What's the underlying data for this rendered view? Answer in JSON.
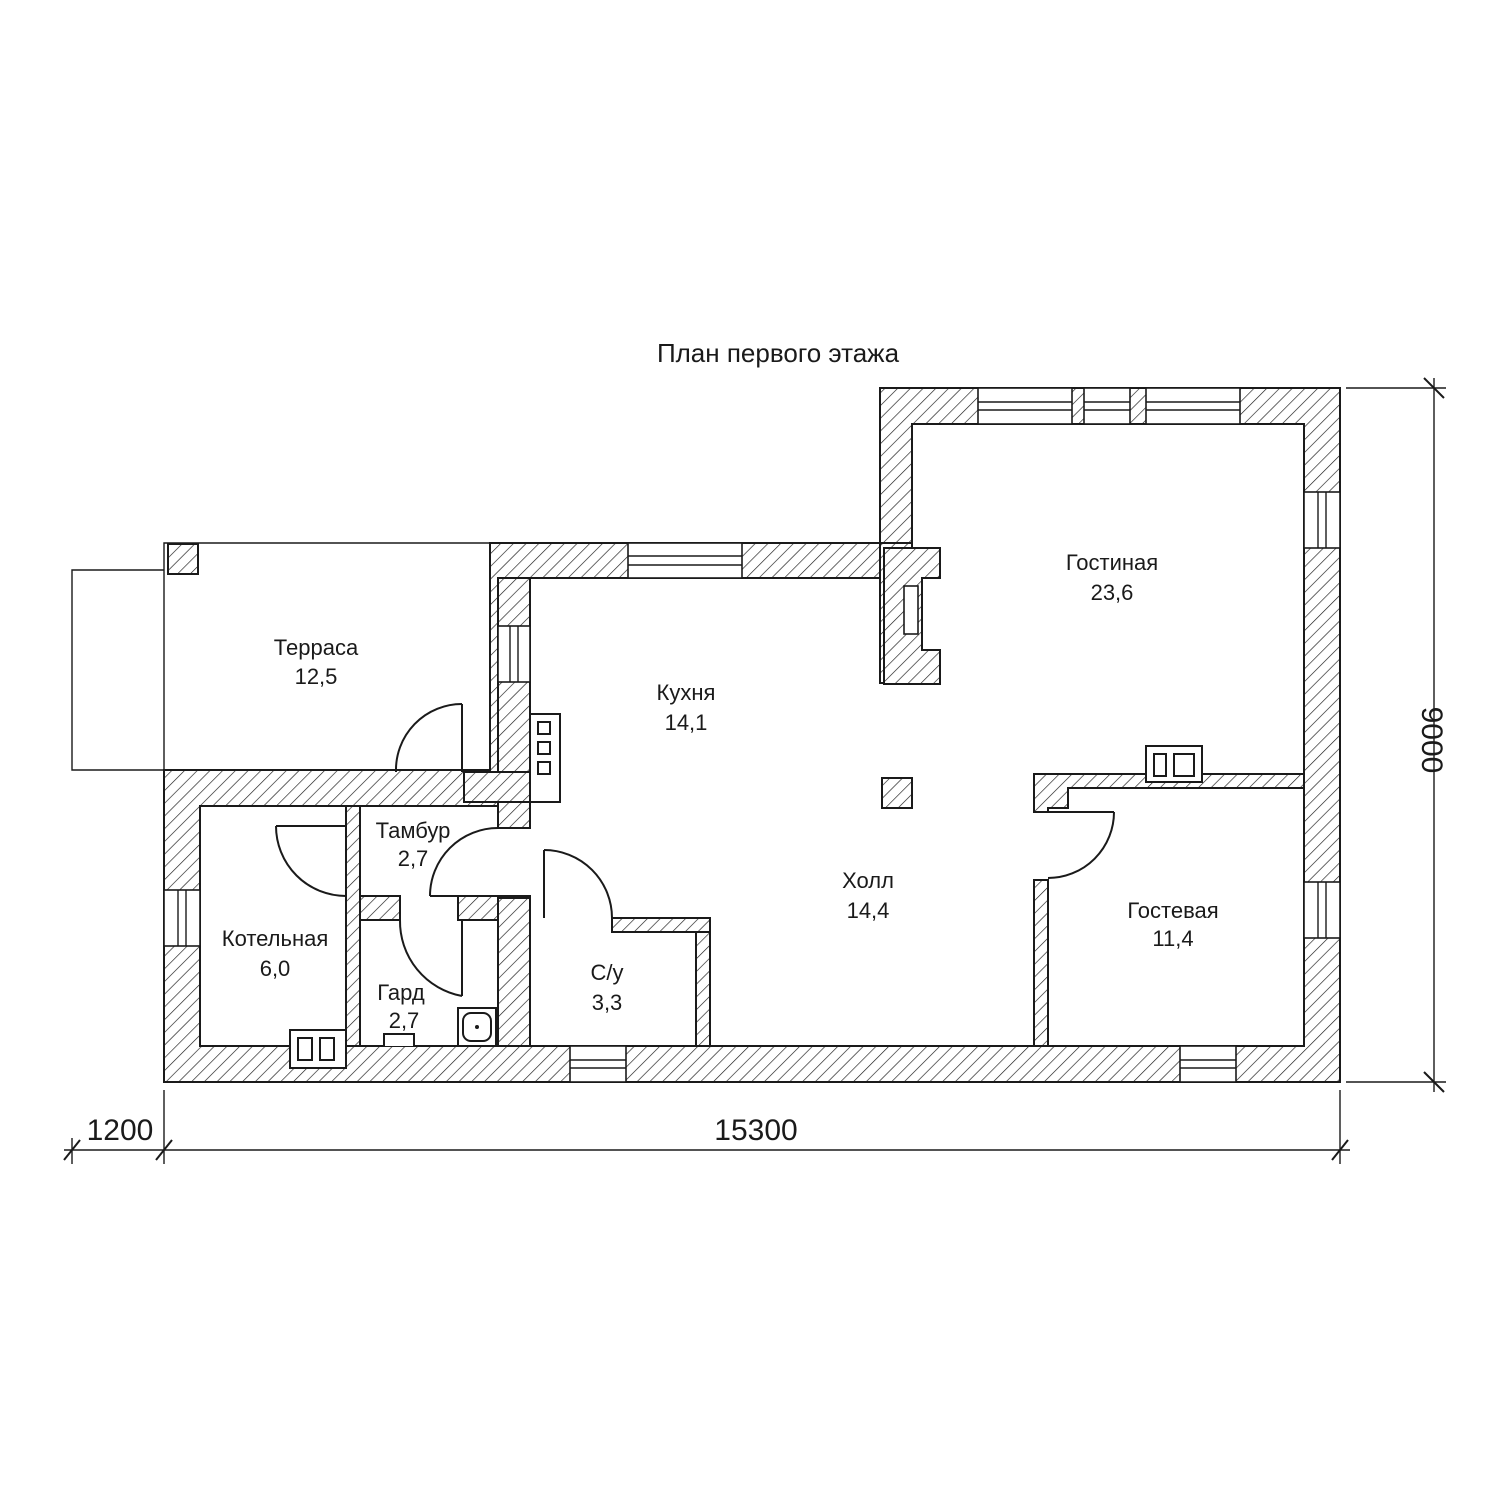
{
  "title": "План первого этажа",
  "rooms": [
    {
      "id": "terrace",
      "name": "Терраса",
      "area": "12,5"
    },
    {
      "id": "kitchen",
      "name": "Кухня",
      "area": "14,1"
    },
    {
      "id": "living",
      "name": "Гостиная",
      "area": "23,6"
    },
    {
      "id": "vestibule",
      "name": "Тамбур",
      "area": "2,7"
    },
    {
      "id": "boiler",
      "name": "Котельная",
      "area": "6,0"
    },
    {
      "id": "wardrobe",
      "name": "Гард",
      "area": "2,7"
    },
    {
      "id": "wc",
      "name": "С/у",
      "area": "3,3"
    },
    {
      "id": "hall",
      "name": "Холл",
      "area": "14,4"
    },
    {
      "id": "guest",
      "name": "Гостевая",
      "area": "11,4"
    }
  ],
  "dimensions": {
    "terrace_offset": "1200",
    "total_width": "15300",
    "total_height": "9000"
  }
}
